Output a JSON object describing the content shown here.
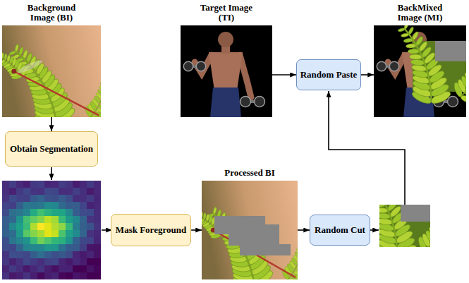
{
  "diagram": {
    "nodes": [
      {
        "text": [
          "Background Image (BI)"
        ]
      },
      {
        "text": [
          "Obtain Segmentation"
        ]
      },
      {
        "text": [
          "Mask Foreground"
        ]
      },
      {
        "text": [
          "Processed BI"
        ]
      },
      {
        "text": [
          "Random Cut"
        ]
      },
      {
        "text": [
          "Target Image (TI)"
        ]
      },
      {
        "text": [
          "Random Paste"
        ]
      },
      {
        "text": [
          "BackMixed Image (MI)"
        ]
      }
    ],
    "edges": [
      {
        "from": 0,
        "to": 1,
        "arrow": "to"
      },
      {
        "from": 2,
        "to": 3,
        "arrow": "to"
      },
      {
        "from": 3,
        "to": 4,
        "arrow": "to"
      },
      {
        "from": 5,
        "to": 6,
        "arrow": "to"
      },
      {
        "from": 6,
        "to": 7,
        "arrow": "to"
      }
    ]
  }
}
